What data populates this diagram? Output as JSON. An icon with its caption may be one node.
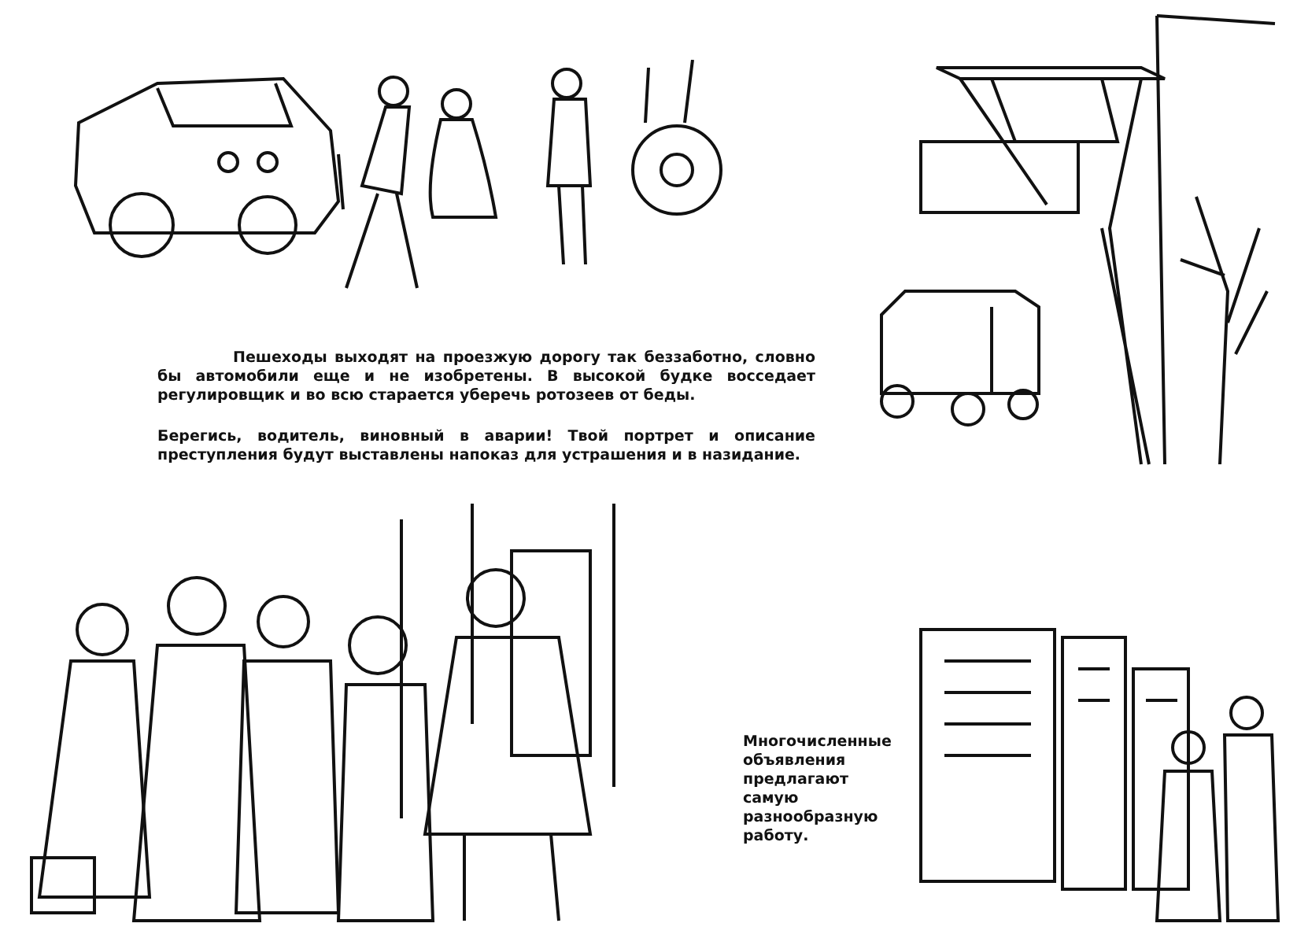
{
  "diagram": {
    "labels": [
      "Пешеходы выходят на проезжую дорогу так беззаботно, словно бы автомобили еще и не изобретены. В высокой будке восседает регулировщик и во всю старается уберечь ротозеев от беды.",
      "Берегись, водитель, виновный в аварии! Твой портрет и описание преступления будут выставлены напоказ для устрашения и в назидание.",
      "Многочисленные объявления предлагают самую разнообразную работу."
    ]
  }
}
